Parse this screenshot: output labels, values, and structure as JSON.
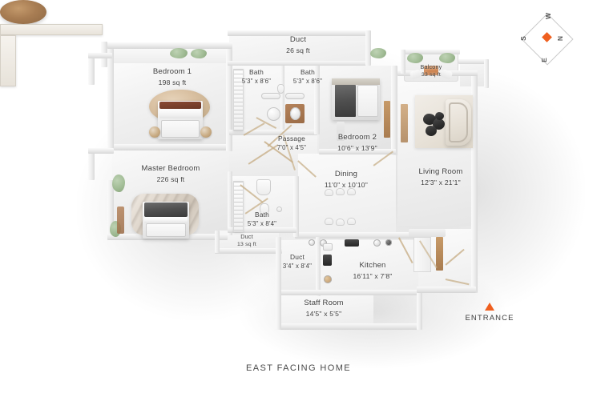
{
  "plan": {
    "caption": "EAST FACING HOME",
    "entrance_label": "ENTRANCE",
    "accent_color": "#ef5f1f",
    "background_color": "#ffffff"
  },
  "compass": {
    "north": "N",
    "south": "S",
    "east": "E",
    "west": "W"
  },
  "rooms": [
    {
      "id": "duct-top",
      "name": "Duct",
      "dim": "26 sq ft"
    },
    {
      "id": "bedroom-1",
      "name": "Bedroom 1",
      "dim": "198 sq ft"
    },
    {
      "id": "bath-1",
      "name": "Bath",
      "dim": "5'3\" x 8'6\""
    },
    {
      "id": "bath-2",
      "name": "Bath",
      "dim": "5'3\" x 8'6\""
    },
    {
      "id": "balcony",
      "name": "Balcony",
      "dim": "33 sq ft"
    },
    {
      "id": "bedroom-2",
      "name": "Bedroom 2",
      "dim": "10'6\" x 13'9\""
    },
    {
      "id": "passage",
      "name": "Passage",
      "dim": "7'0\" x 4'5\""
    },
    {
      "id": "living-room",
      "name": "Living Room",
      "dim": "12'3\" x 21'1\""
    },
    {
      "id": "master-bedroom",
      "name": "Master Bedroom",
      "dim": "226 sq ft"
    },
    {
      "id": "dining",
      "name": "Dining",
      "dim": "11'0\" x 10'10\""
    },
    {
      "id": "bath-3",
      "name": "Bath",
      "dim": "5'3\" x 8'4\""
    },
    {
      "id": "duct-mid",
      "name": "Duct",
      "dim": "13 sq ft"
    },
    {
      "id": "duct-kitchen",
      "name": "Duct",
      "dim": "3'4\" x 8'4\""
    },
    {
      "id": "kitchen",
      "name": "Kitchen",
      "dim": "16'11\" x 7'8\""
    },
    {
      "id": "staff-room",
      "name": "Staff Room",
      "dim": "14'5\" x 5'5\""
    }
  ]
}
